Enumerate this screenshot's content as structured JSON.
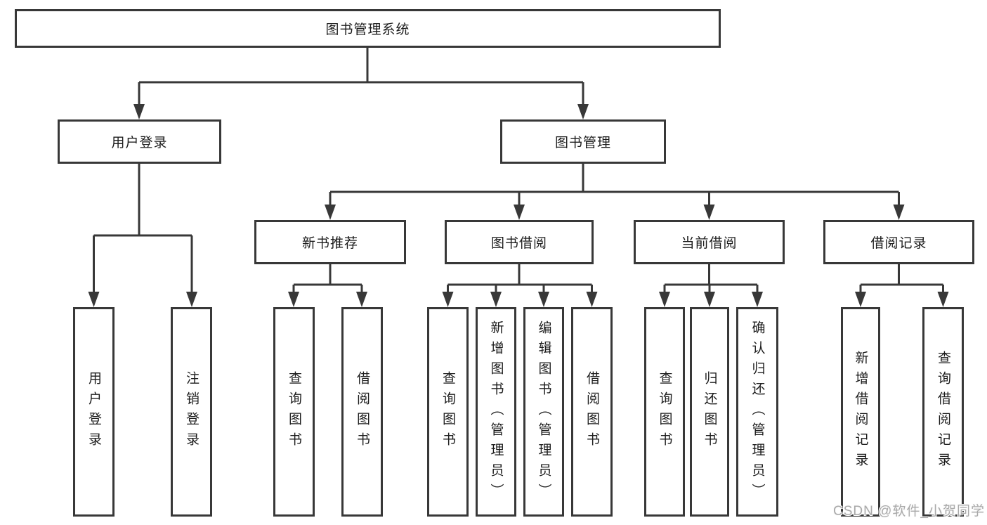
{
  "diagram": {
    "root": {
      "label": "图书管理系统"
    },
    "branches": [
      {
        "label": "用户登录",
        "children": [
          {
            "label": "用户登录"
          },
          {
            "label": "注销登录"
          }
        ]
      },
      {
        "label": "图书管理",
        "groups": [
          {
            "label": "新书推荐",
            "children": [
              {
                "label": "查询图书"
              },
              {
                "label": "借阅图书"
              }
            ]
          },
          {
            "label": "图书借阅",
            "children": [
              {
                "label": "查询图书"
              },
              {
                "label": "新增图书（管理员）"
              },
              {
                "label": "编辑图书（管理员）"
              },
              {
                "label": "借阅图书"
              }
            ]
          },
          {
            "label": "当前借阅",
            "children": [
              {
                "label": "查询图书"
              },
              {
                "label": "归还图书"
              },
              {
                "label": "确认归还（管理员）"
              }
            ]
          },
          {
            "label": "借阅记录",
            "children": [
              {
                "label": "新增借阅记录"
              },
              {
                "label": "查询借阅记录"
              }
            ]
          }
        ]
      }
    ]
  },
  "watermark": {
    "text": "CSDN @软件_小贺同学"
  },
  "colors": {
    "line": "#383838",
    "border": "#383838",
    "text": "#1c1c1c",
    "watermark": "#a9a9a9",
    "background": "#ffffff"
  }
}
